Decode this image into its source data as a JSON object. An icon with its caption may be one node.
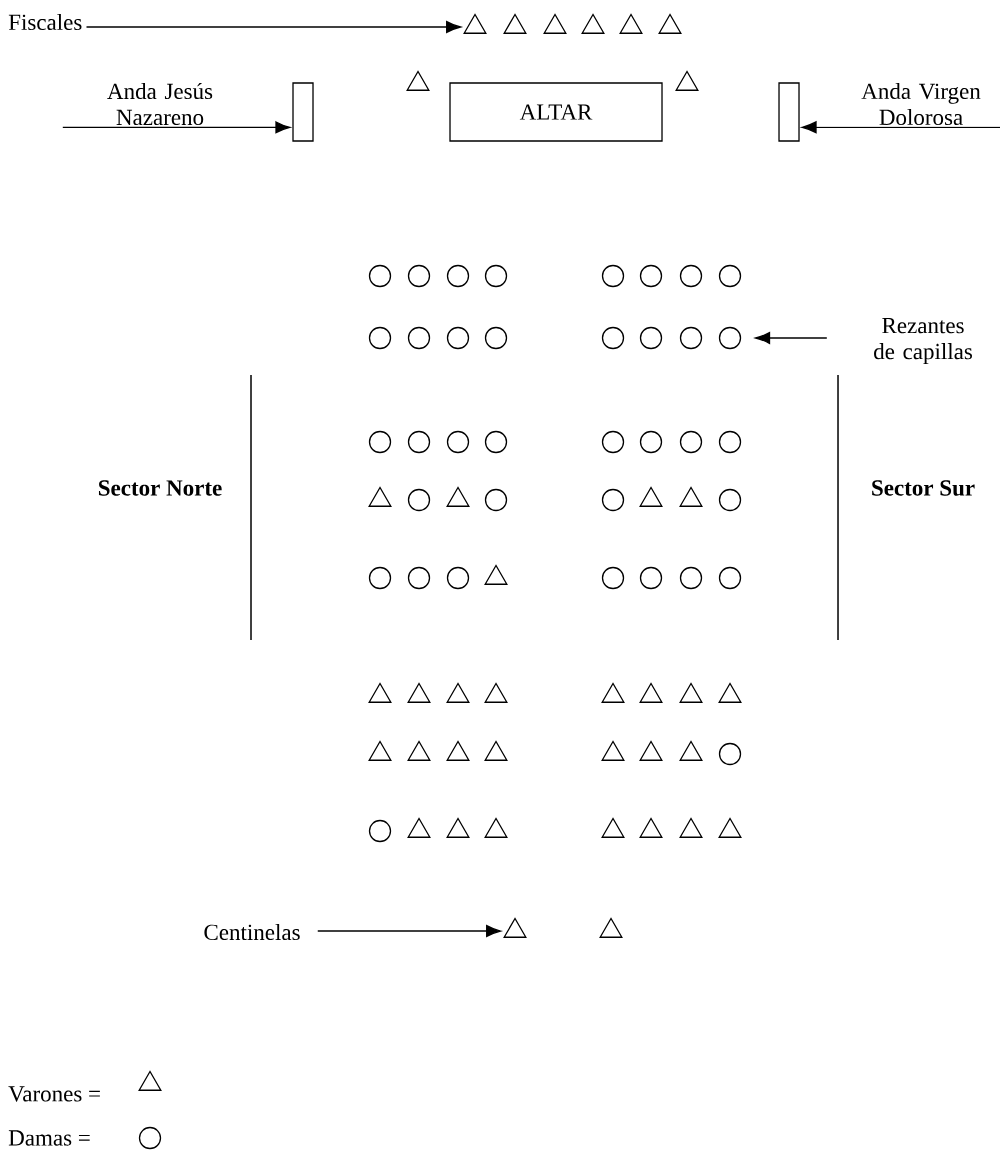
{
  "diagram": {
    "nodes": [
      {
        "text": [
          "Fiscales"
        ]
      },
      {
        "text": [],
        "shape": "triangle"
      },
      {
        "text": [],
        "shape": "triangle"
      },
      {
        "text": [],
        "shape": "triangle"
      },
      {
        "text": [],
        "shape": "triangle"
      },
      {
        "text": [],
        "shape": "triangle"
      },
      {
        "text": [],
        "shape": "triangle"
      },
      {
        "text": [
          "Anda Jesús Nazareno"
        ]
      },
      {
        "text": [],
        "shape": "triangle"
      },
      {
        "text": [],
        "shape": "box"
      },
      {
        "text": [
          "ALTAR"
        ]
      },
      {
        "text": [],
        "shape": "triangle"
      },
      {
        "text": [],
        "shape": "box"
      },
      {
        "text": [
          "Anda Virgen Dolorosa"
        ]
      },
      {
        "text": [],
        "shape": "circle"
      },
      {
        "text": [],
        "shape": "circle"
      },
      {
        "text": [],
        "shape": "circle"
      },
      {
        "text": [],
        "shape": "circle"
      },
      {
        "text": [],
        "shape": "circle"
      },
      {
        "text": [],
        "shape": "circle"
      },
      {
        "text": [],
        "shape": "circle"
      },
      {
        "text": [],
        "shape": "circle"
      },
      {
        "text": [],
        "shape": "circle"
      },
      {
        "text": [],
        "shape": "circle"
      },
      {
        "text": [],
        "shape": "circle"
      },
      {
        "text": [],
        "shape": "circle"
      },
      {
        "text": [],
        "shape": "circle"
      },
      {
        "text": [],
        "shape": "circle"
      },
      {
        "text": [],
        "shape": "circle"
      },
      {
        "text": [],
        "shape": "circle"
      },
      {
        "text": [
          "Rezantes de capillas"
        ]
      },
      {
        "text": [],
        "shape": "circle"
      },
      {
        "text": [],
        "shape": "circle"
      },
      {
        "text": [],
        "shape": "circle"
      },
      {
        "text": [],
        "shape": "circle"
      },
      {
        "text": [],
        "shape": "circle"
      },
      {
        "text": [],
        "shape": "circle"
      },
      {
        "text": [],
        "shape": "circle"
      },
      {
        "text": [],
        "shape": "circle"
      },
      {
        "text": [],
        "shape": "triangle"
      },
      {
        "text": [],
        "shape": "circle"
      },
      {
        "text": [],
        "shape": "triangle"
      },
      {
        "text": [],
        "shape": "circle"
      },
      {
        "text": [],
        "shape": "circle"
      },
      {
        "text": [],
        "shape": "triangle"
      },
      {
        "text": [],
        "shape": "triangle"
      },
      {
        "text": [],
        "shape": "circle"
      },
      {
        "text": [],
        "shape": "circle"
      },
      {
        "text": [],
        "shape": "circle"
      },
      {
        "text": [],
        "shape": "circle"
      },
      {
        "text": [],
        "shape": "triangle"
      },
      {
        "text": [],
        "shape": "circle"
      },
      {
        "text": [],
        "shape": "circle"
      },
      {
        "text": [],
        "shape": "circle"
      },
      {
        "text": [],
        "shape": "circle"
      },
      {
        "text": [],
        "shape": "triangle"
      },
      {
        "text": [],
        "shape": "triangle"
      },
      {
        "text": [],
        "shape": "triangle"
      },
      {
        "text": [],
        "shape": "triangle"
      },
      {
        "text": [],
        "shape": "triangle"
      },
      {
        "text": [],
        "shape": "triangle"
      },
      {
        "text": [],
        "shape": "triangle"
      },
      {
        "text": [],
        "shape": "triangle"
      },
      {
        "text": [],
        "shape": "triangle"
      },
      {
        "text": [],
        "shape": "triangle"
      },
      {
        "text": [],
        "shape": "triangle"
      },
      {
        "text": [],
        "shape": "triangle"
      },
      {
        "text": [],
        "shape": "triangle"
      },
      {
        "text": [],
        "shape": "triangle"
      },
      {
        "text": [],
        "shape": "triangle"
      },
      {
        "text": [],
        "shape": "circle"
      },
      {
        "text": [],
        "shape": "circle"
      },
      {
        "text": [],
        "shape": "triangle"
      },
      {
        "text": [],
        "shape": "triangle"
      },
      {
        "text": [],
        "shape": "triangle"
      },
      {
        "text": [],
        "shape": "triangle"
      },
      {
        "text": [],
        "shape": "triangle"
      },
      {
        "text": [],
        "shape": "triangle"
      },
      {
        "text": [],
        "shape": "triangle"
      },
      {
        "text": [
          "Centinelas"
        ]
      },
      {
        "text": [],
        "shape": "triangle"
      },
      {
        "text": [],
        "shape": "triangle"
      }
    ],
    "edges": [
      {
        "from": 0,
        "to": 1,
        "arrow": "to"
      },
      {
        "from": 7,
        "to": 9,
        "arrow": "to"
      },
      {
        "from": 13,
        "to": 12,
        "arrow": "to"
      },
      {
        "from": 30,
        "to": 29,
        "arrow": "to"
      },
      {
        "from": 79,
        "to": 80,
        "arrow": "to"
      }
    ],
    "labels": [
      "Sector Norte",
      "Sector Sur"
    ],
    "legend": [
      {
        "text": "Varones ="
      },
      {
        "text": "Damas ="
      }
    ]
  }
}
